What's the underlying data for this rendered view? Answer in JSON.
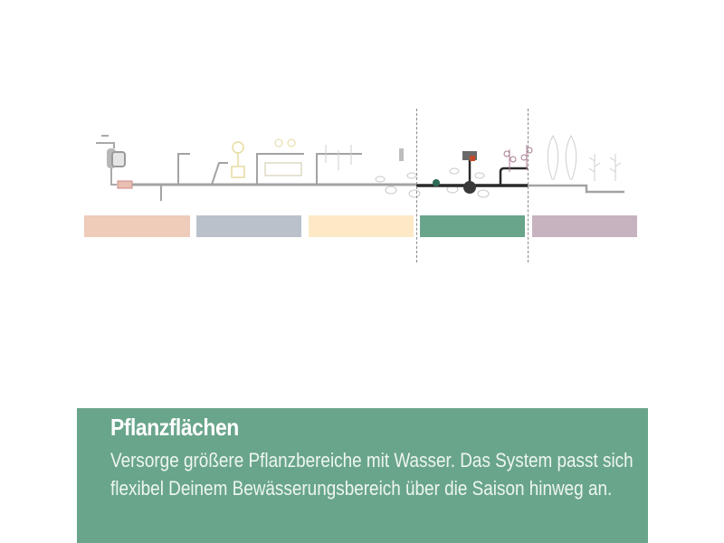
{
  "diagram": {
    "sections": [
      {
        "id": "water-source",
        "color": "#efcbb9"
      },
      {
        "id": "distribution",
        "color": "#bac1cb"
      },
      {
        "id": "pots-balcony",
        "color": "#fde9c6"
      },
      {
        "id": "plant-areas",
        "color": "#69a58b",
        "highlighted": true
      },
      {
        "id": "hedges-rows",
        "color": "#c7b2c0"
      }
    ],
    "highlight_color": "#69a58b"
  },
  "panel": {
    "title": "Pflanzflächen",
    "text": "Versorge größere Pflanzbereiche mit Wasser. Das System passt sich flexibel Deinem Bewässerungsbereich über die Saison hinweg an."
  }
}
